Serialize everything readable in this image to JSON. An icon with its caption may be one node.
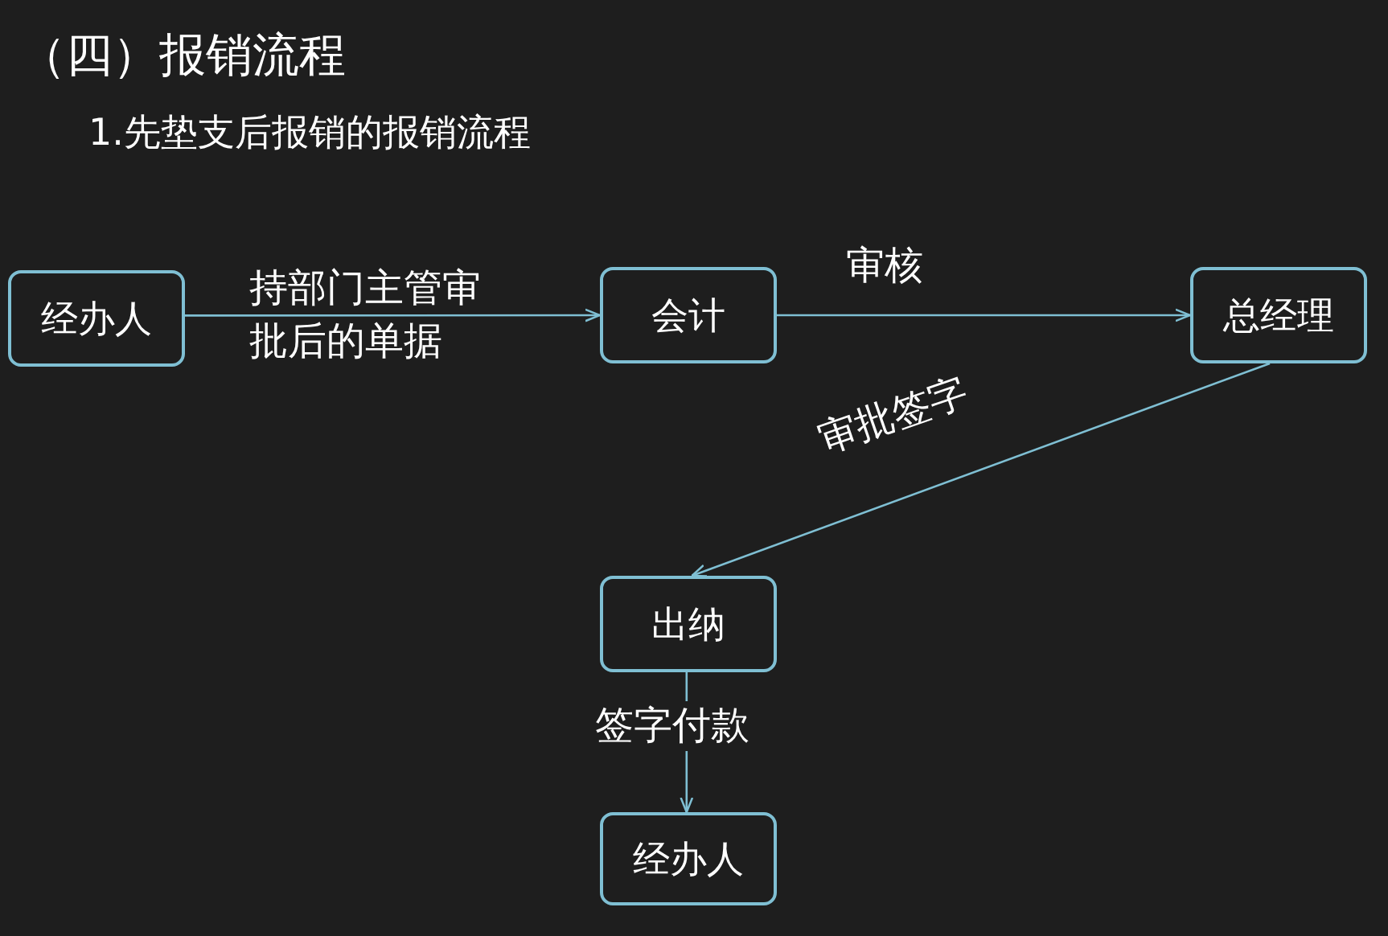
{
  "diagram": {
    "title": "（四）报销流程",
    "nodes": [
      {
        "text": [
          "经办人"
        ]
      },
      {
        "text": [
          "会计"
        ]
      },
      {
        "text": [
          "总经理"
        ]
      },
      {
        "text": [
          "出纳"
        ]
      },
      {
        "text": [
          "经办人"
        ]
      }
    ],
    "edges": [
      {
        "from": 0,
        "to": 1,
        "arrow": "to",
        "label": "持部门主管审批后的单据"
      },
      {
        "from": 1,
        "to": 2,
        "arrow": "to",
        "label": "审核"
      },
      {
        "from": 2,
        "to": 3,
        "arrow": "to",
        "label": "审批签字"
      },
      {
        "from": 3,
        "to": 4,
        "arrow": "to",
        "label": "签字付款"
      }
    ],
    "labels": [
      "1.先垫支后报销的报销流程"
    ]
  }
}
